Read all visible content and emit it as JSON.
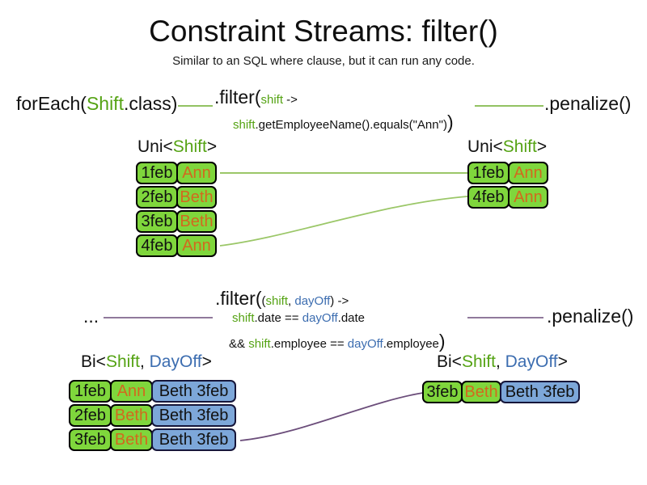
{
  "title": "Constraint Streams: filter()",
  "subtitle": "Similar to an SQL where clause, but it can run any code.",
  "pipeline1": {
    "foreach": {
      "fn": "forEach(",
      "cls": "Shift",
      "end": ".class)"
    },
    "filter": {
      "head": ".filter(",
      "param": "shift",
      "arrow": " ->",
      "body_var": "shift",
      "body_rest": ".getEmployeeName().equals(\"Ann\")",
      "close": ")"
    },
    "penalize": ".penalize()"
  },
  "uni_label": {
    "pre": "Uni<",
    "type": "Shift",
    "post": ">"
  },
  "pipeline2": {
    "source": "...",
    "filter": {
      "head": ".filter(",
      "open": "(",
      "param1": "shift",
      "comma": ", ",
      "param2": "dayOff",
      "close_paren": ")",
      "arrow": " ->",
      "l2_1": "shift",
      "l2_2": ".date == ",
      "l2_3": "dayOff",
      "l2_4": ".date",
      "l3_1": "&& ",
      "l3_2": "shift",
      "l3_3": ".employee == ",
      "l3_4": "dayOff",
      "l3_5": ".employee",
      "close": ")"
    },
    "penalize": ".penalize()"
  },
  "bi_label": {
    "pre": "Bi<",
    "type1": "Shift",
    "comma": ", ",
    "type2": "DayOff",
    "post": ">"
  },
  "tables": {
    "uni_left": {
      "rows": [
        [
          "1feb",
          "Ann"
        ],
        [
          "2feb",
          "Beth"
        ],
        [
          "3feb",
          "Beth"
        ],
        [
          "4feb",
          "Ann"
        ]
      ]
    },
    "uni_right": {
      "rows": [
        [
          "1feb",
          "Ann"
        ],
        [
          "4feb",
          "Ann"
        ]
      ]
    },
    "bi_left": {
      "rows": [
        [
          "1feb",
          "Ann",
          "Beth 3feb"
        ],
        [
          "2feb",
          "Beth",
          "Beth 3feb"
        ],
        [
          "3feb",
          "Beth",
          "Beth 3feb"
        ]
      ]
    },
    "bi_right": {
      "rows": [
        [
          "3feb",
          "Beth",
          "Beth 3feb"
        ]
      ]
    }
  },
  "colors": {
    "green_text": "#55a314",
    "blue_text": "#3c6db0",
    "orange_text": "#d2691e",
    "green_cell_fill": "#7fd63c",
    "blue_cell_fill": "#7da7d9",
    "green_connector": "#6fae2f",
    "light_green_link": "#9bc768",
    "purple_connector": "#6b4d7a"
  }
}
